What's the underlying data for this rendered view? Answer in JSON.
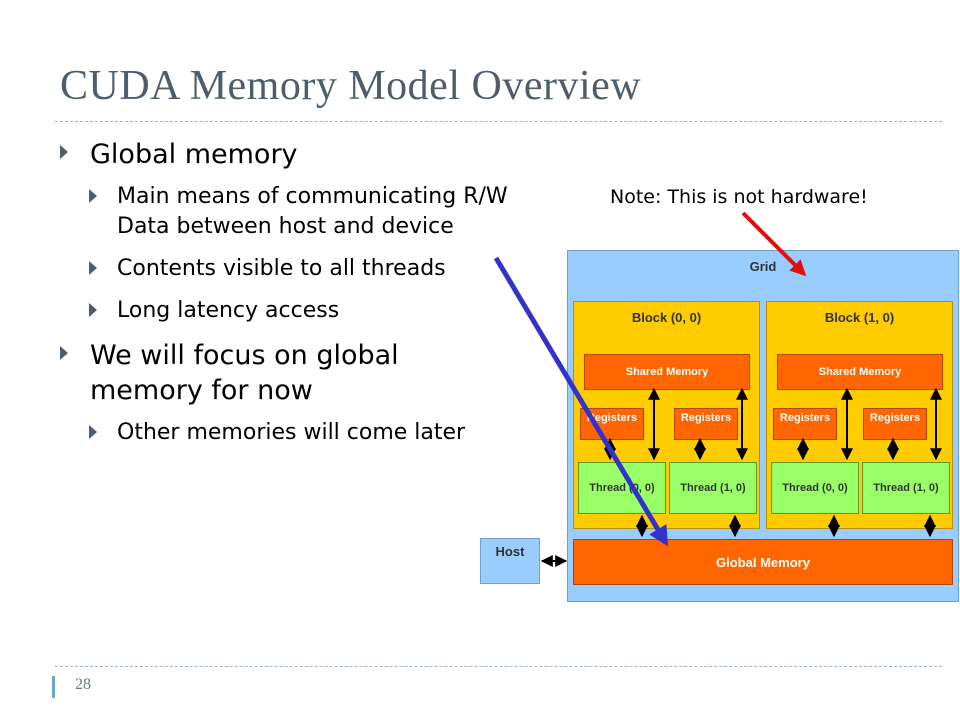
{
  "slide": {
    "title": "CUDA Memory Model Overview",
    "page_number": "28",
    "note": "Note: This is not hardware!"
  },
  "bullets": [
    {
      "text": "Global memory",
      "sub": [
        "Main means of communicating R/W Data between host and device",
        "Contents visible to all threads",
        "Long latency access"
      ]
    },
    {
      "text": "We will focus on global memory for now",
      "sub": [
        "Other memories will come later"
      ]
    }
  ],
  "diagram": {
    "grid_label": "Grid",
    "blocks": [
      {
        "label": "Block (0, 0)",
        "shared": "Shared Memory",
        "registers": [
          "Registers",
          "Registers"
        ],
        "threads": [
          "Thread (0, 0)",
          "Thread (1, 0)"
        ]
      },
      {
        "label": "Block (1, 0)",
        "shared": "Shared Memory",
        "registers": [
          "Registers",
          "Registers"
        ],
        "threads": [
          "Thread (0, 0)",
          "Thread (1, 0)"
        ]
      }
    ],
    "global_memory": "Global Memory",
    "host": "Host"
  },
  "colors": {
    "grid": "#99ccff",
    "block": "#ffcc00",
    "memory": "#ff6600",
    "thread": "#99ff66",
    "pointer_arrow": "#3333cc",
    "note_arrow": "#dd1111"
  }
}
